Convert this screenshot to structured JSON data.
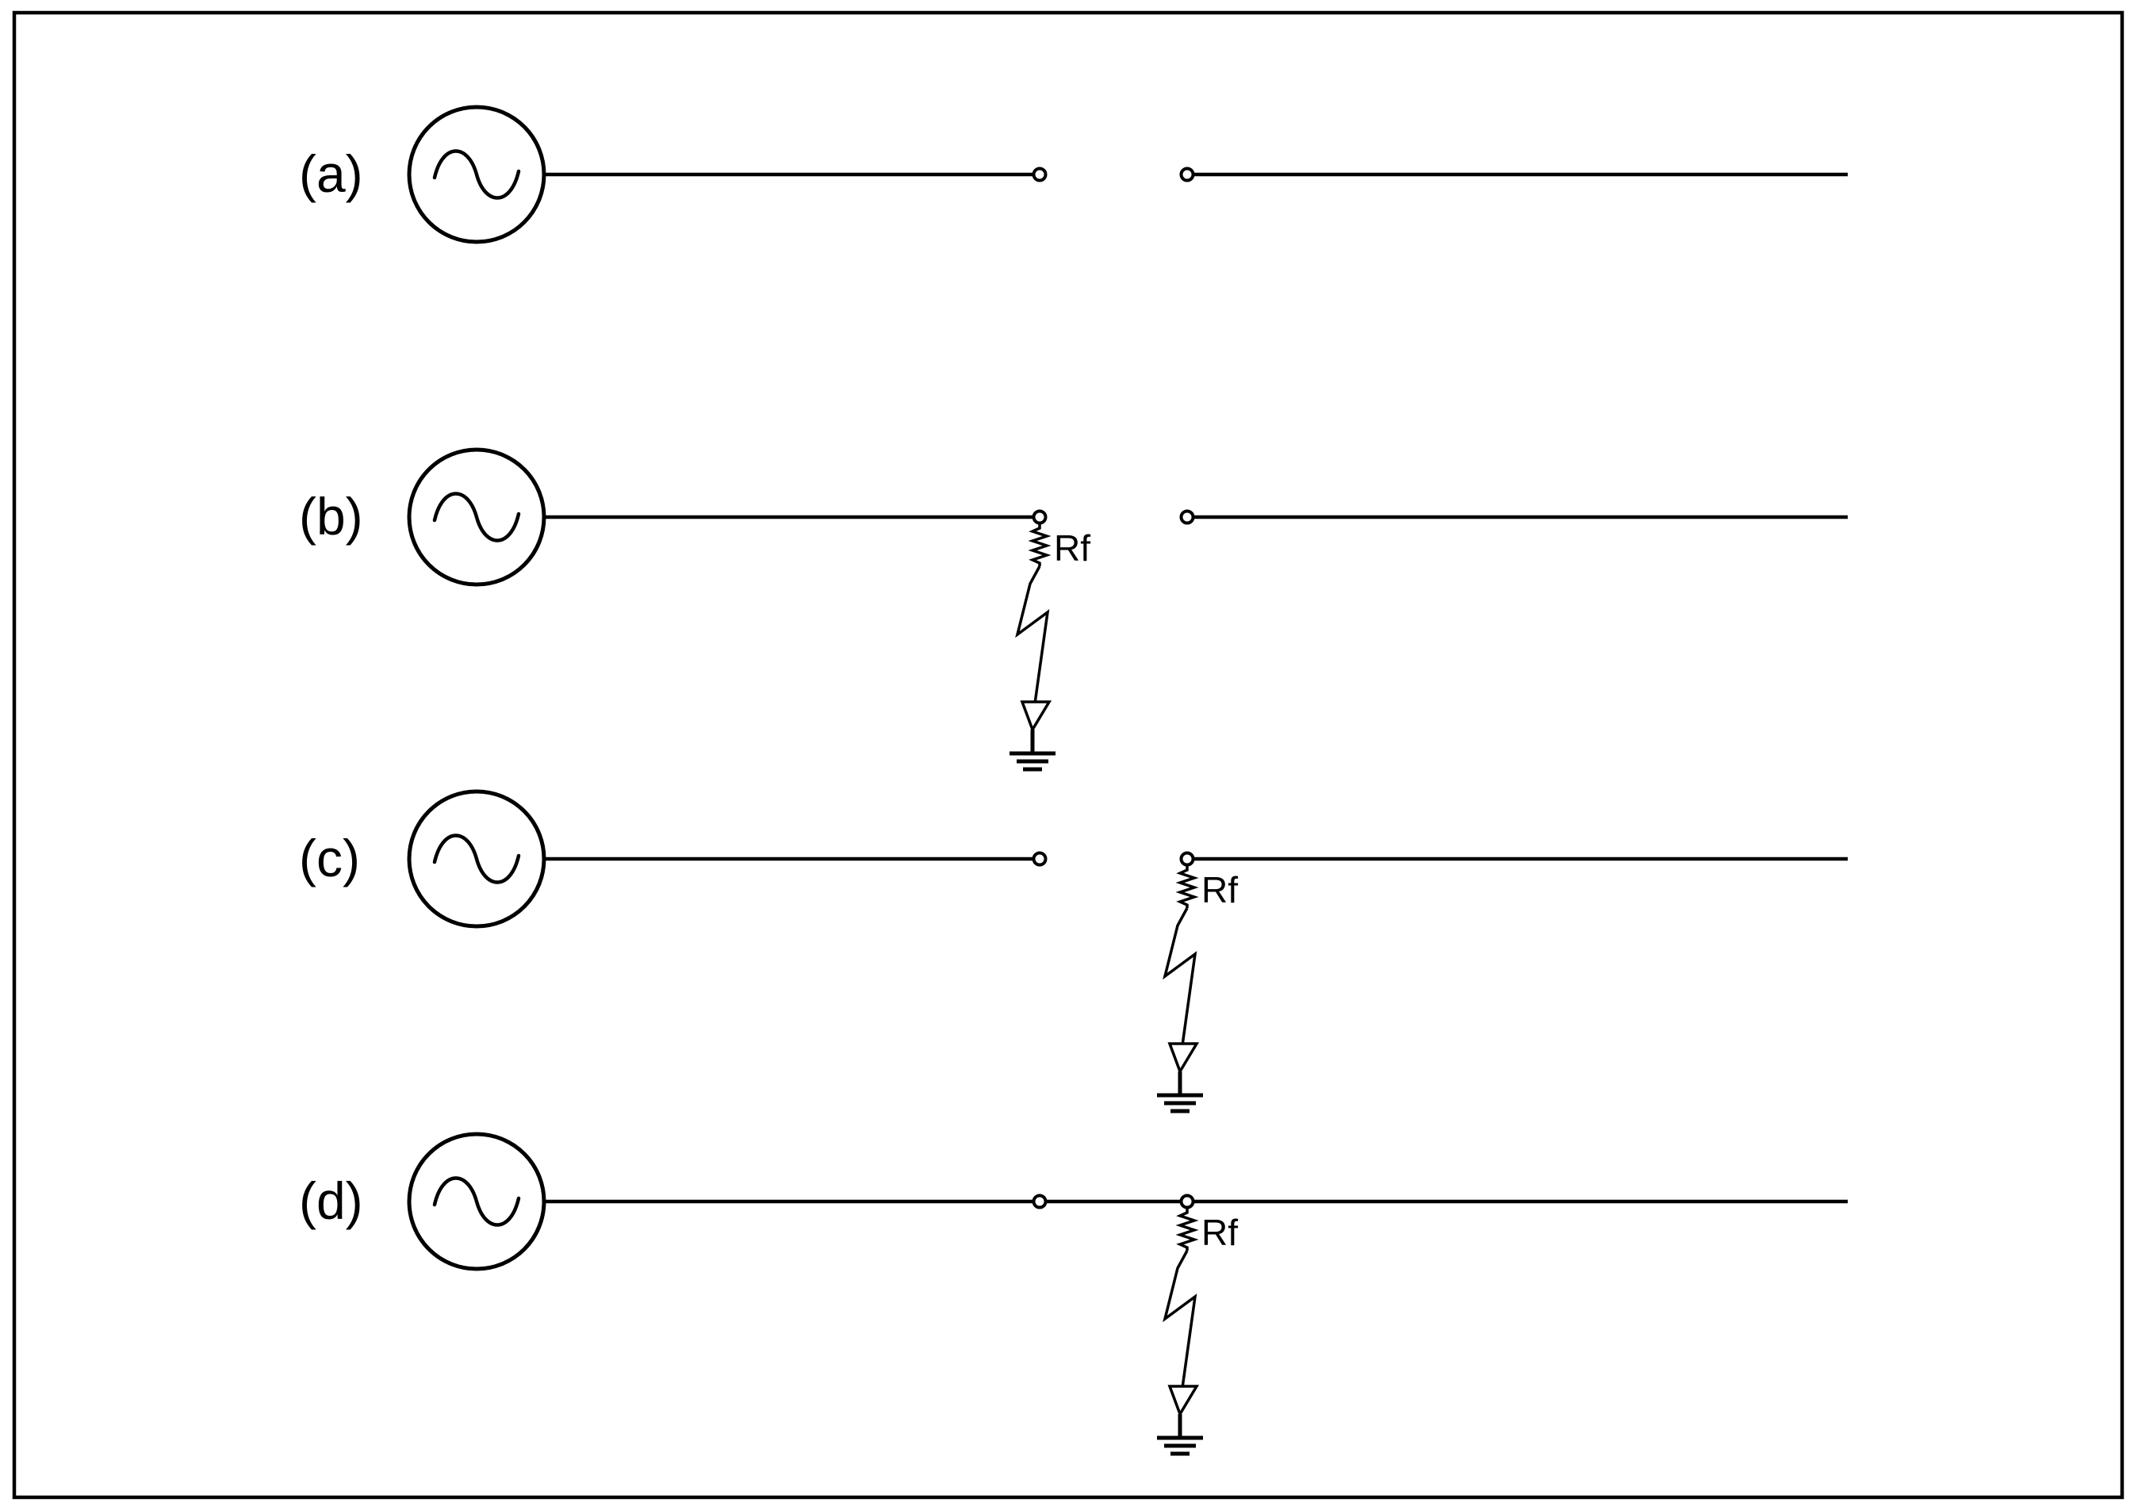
{
  "cases": [
    {
      "label": "(a)",
      "fault": "none",
      "resistor_label": ""
    },
    {
      "label": "(b)",
      "fault": "left",
      "resistor_label": "Rf"
    },
    {
      "label": "(c)",
      "fault": "right",
      "resistor_label": "Rf"
    },
    {
      "label": "(d)",
      "fault": "closed",
      "resistor_label": "Rf"
    }
  ],
  "icons": {
    "source": "ac-source-icon",
    "resistor": "resistor-icon",
    "ground": "ground-icon"
  },
  "colors": {
    "line": "#000000",
    "background": "#ffffff"
  }
}
